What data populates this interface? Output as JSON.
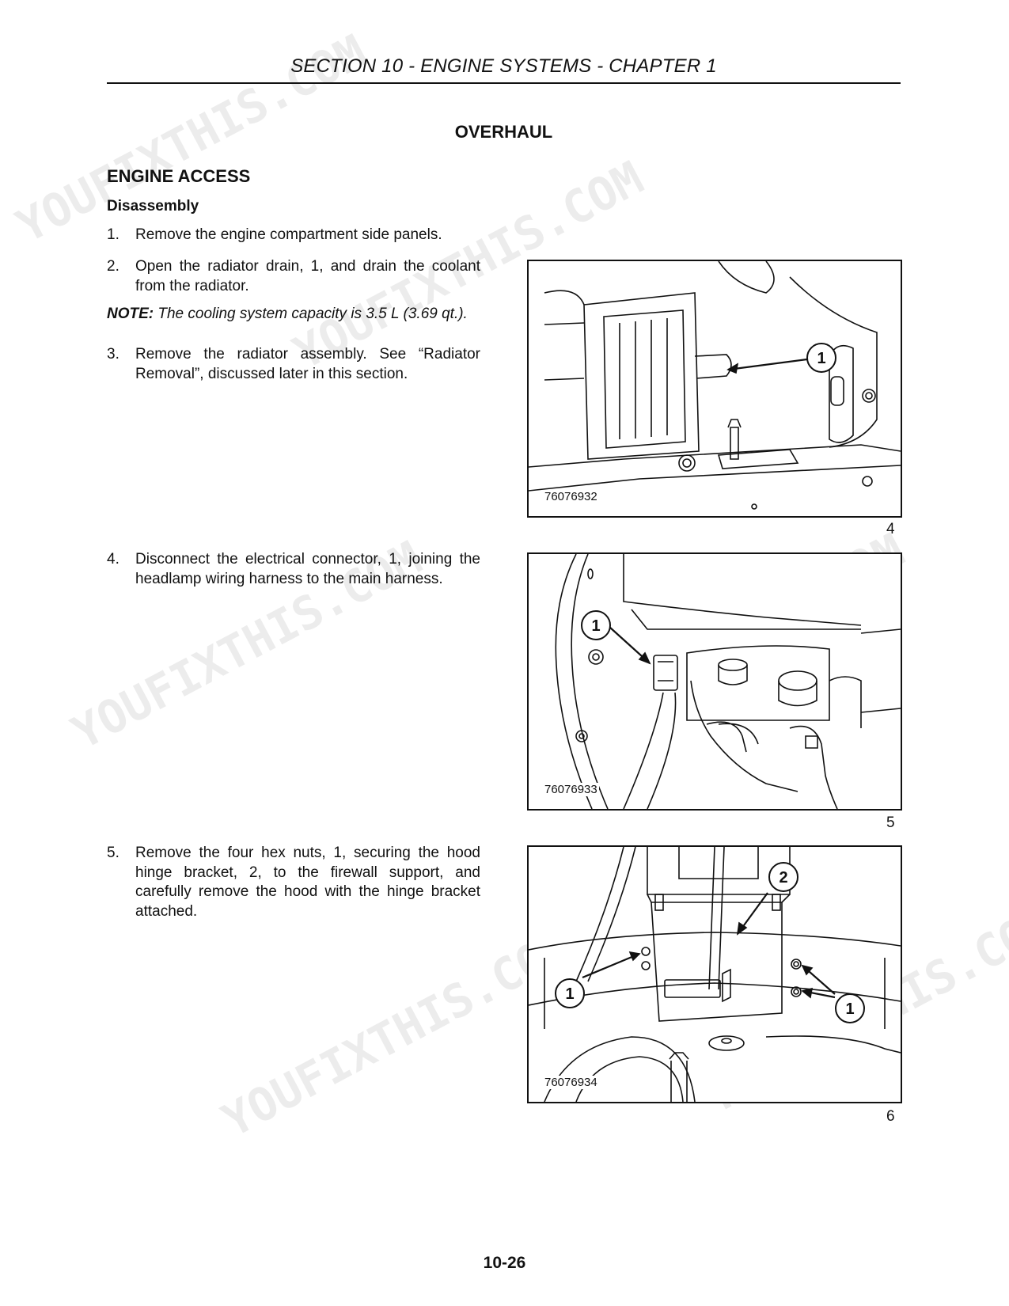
{
  "header": {
    "title": "SECTION 10 - ENGINE SYSTEMS - CHAPTER 1"
  },
  "page_title": "OVERHAUL",
  "section_title": "ENGINE ACCESS",
  "subsection_title": "Disassembly",
  "steps": [
    {
      "num": "1.",
      "text": "Remove the engine compartment side panels."
    },
    {
      "num": "2.",
      "text": "Open the radiator drain, 1, and drain the coolant from the radiator."
    },
    {
      "num": "3.",
      "text": "Remove the radiator assembly. See “Radiator Removal”, discussed later in this section."
    },
    {
      "num": "4.",
      "text": "Disconnect the electrical connector, 1, joining the headlamp wiring harness to the main harness."
    },
    {
      "num": "5.",
      "text": "Remove the four hex nuts, 1, securing the hood hinge bracket, 2, to the firewall support, and carefully remove the hood with the hinge bracket attached."
    }
  ],
  "note": {
    "label": "NOTE:",
    "text": " The cooling system capacity is 3.5 L (3.69 qt.)."
  },
  "figures": [
    {
      "code": "76076932",
      "number": "4",
      "callouts": [
        "1"
      ]
    },
    {
      "code": "76076933",
      "number": "5",
      "callouts": [
        "1"
      ]
    },
    {
      "code": "76076934",
      "number": "6",
      "callouts": [
        "2",
        "1",
        "1"
      ]
    }
  ],
  "page_number": "10-26",
  "watermark": {
    "texts": [
      "YOUFIXTHIS.COM"
    ]
  }
}
